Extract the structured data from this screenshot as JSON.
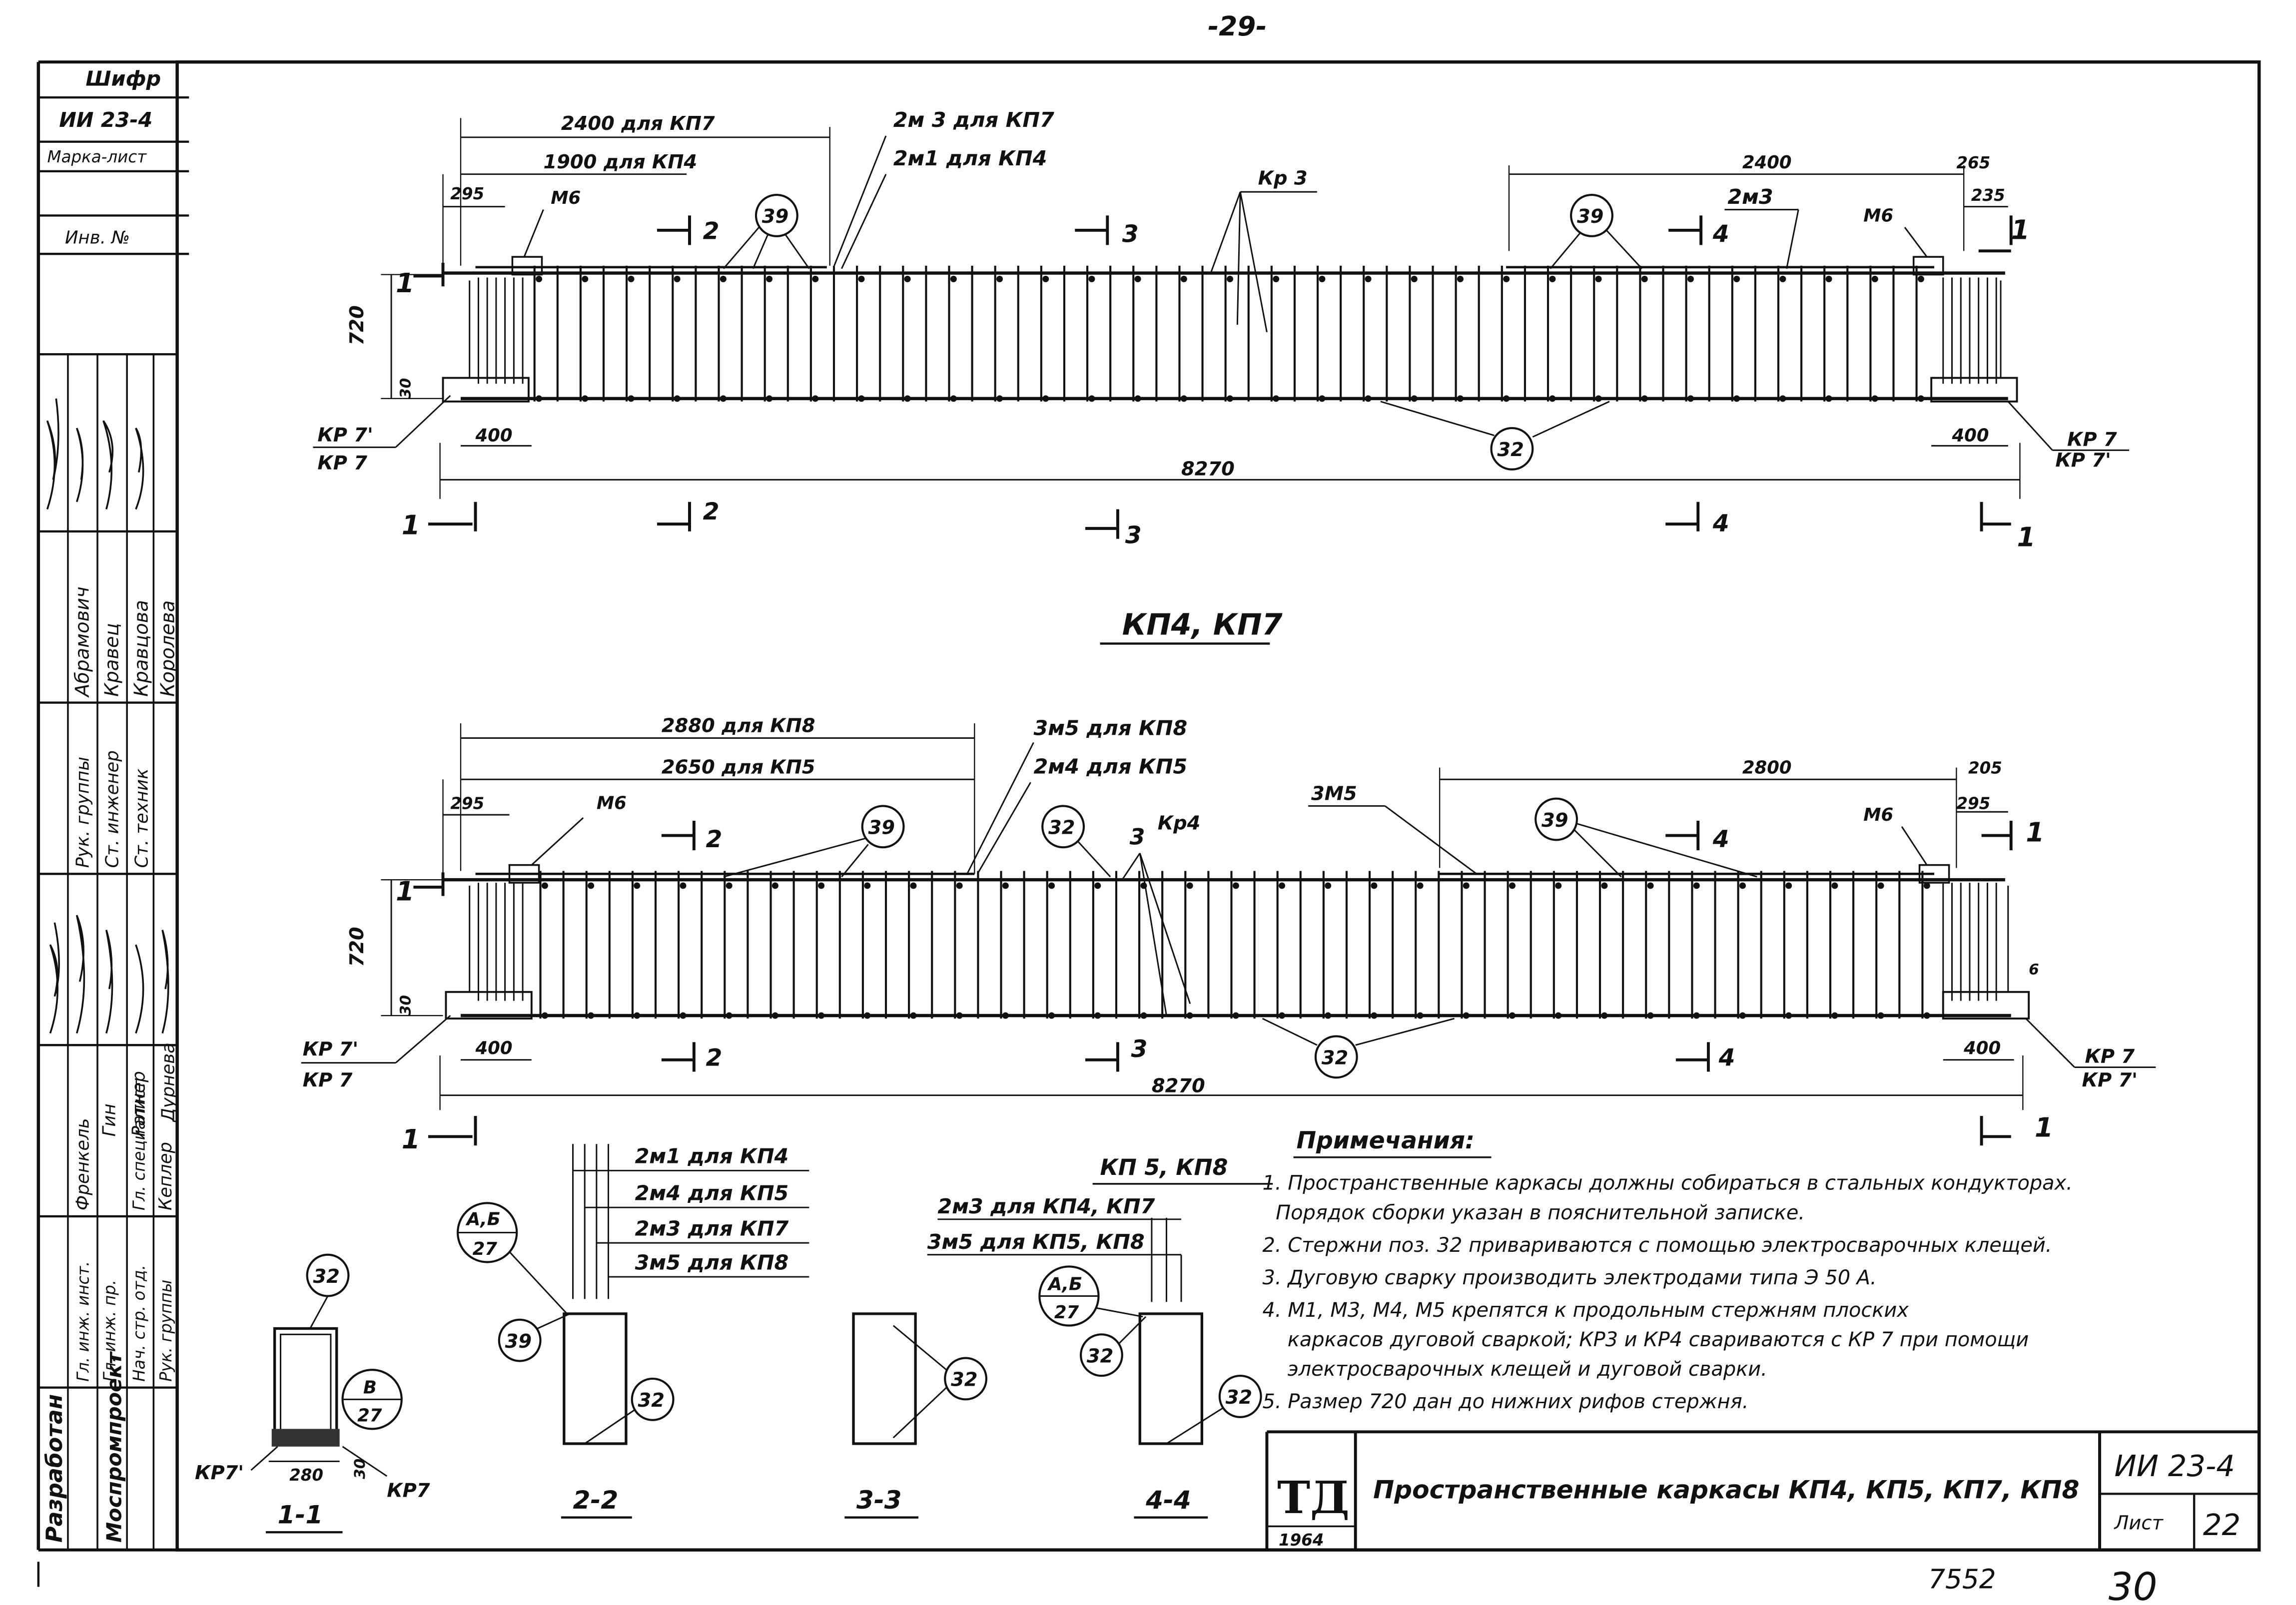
{
  "page": {
    "number": "-29-",
    "stamp": "7552",
    "handwritten_number": "30"
  },
  "side_block": {
    "cipher_label": "Шифр",
    "cipher_value": "ИИ 23-4",
    "mark_label": "Марка-лист",
    "inv_label": "Инв. №",
    "org_developed": "Разработан",
    "org_name": "Моспромпроект",
    "positions": [
      "Гл. инж. инст.",
      "Гл. инж. пр.",
      "Нач. стр. отд.",
      "Гл. специалист",
      "Рук. группы",
      "Рук. группы",
      "Ст. инженер",
      "Ст. техник"
    ],
    "names": [
      "Френкель",
      "Гин",
      "Ратнер",
      "Кеплер",
      "Дурнева",
      "Абрамович",
      "Кравец",
      "Кравцова",
      "Королева"
    ]
  },
  "frame1": {
    "dim_kp7": "2400 для КП7",
    "dim_kp4": "1900 для КП4",
    "bar_kp7": "2м 3 для КП7",
    "bar_kp4": "2м1 для КП4",
    "kr3": "Кр 3",
    "dim_right": "2400",
    "dim_right_small": "265",
    "dim_295": "295",
    "dim_235": "235",
    "m6": "М6",
    "bar_right": "2м3",
    "height": "720",
    "dim_30": "30",
    "dim_400": "400",
    "length": "8270",
    "kr7p": "КР 7'",
    "kr7": "КР 7",
    "callout_39": "39",
    "callout_32": "32",
    "sec1": "1",
    "sec2": "2",
    "sec3": "3",
    "sec4": "4"
  },
  "title_1": "КП4, КП7",
  "frame2": {
    "dim_kp8": "2880 для КП8",
    "dim_kp5": "2650 для КП5",
    "bar_kp8": "3м5 для КП8",
    "bar_kp5": "2м4 для КП5",
    "bar_3m5": "3М5",
    "dim_right": "2800",
    "dim_right_small": "205",
    "dim_295": "295",
    "kr4": "Кр4",
    "num_3": "3",
    "num_6": "6"
  },
  "sections": {
    "s11": "1-1",
    "s22": "2-2",
    "s33": "3-3",
    "s44": "4-4",
    "kp58": "КП 5, КП8",
    "dim_280": "280",
    "dim_30": "30",
    "kr7p": "КР7'",
    "kr7": "КР7",
    "ab": "А,Б",
    "b": "В",
    "n27": "27",
    "list_22": [
      "2м1 для КП4",
      "2м4 для КП5",
      "2м3 для КП7",
      "3м5 для КП8"
    ],
    "list_44": [
      "2м3 для КП4, КП7",
      "3м5 для КП5, КП8"
    ]
  },
  "notes": {
    "title": "Примечания:",
    "lines": [
      "1. Пространственные каркасы должны собираться в стальных кондукторах.",
      "Порядок сборки указан в пояснительной записке.",
      "2. Стержни поз. 32 привариваются с помощью электросварочных клещей.",
      "3. Дуговую сварку производить электродами типа Э 50 А.",
      "4. М1, М3, М4, М5 крепятся к продольным стержням плоских",
      "каркасов дуговой сваркой; КР3 и КР4 свариваются с КР 7 при помощи",
      "электросварочных клещей и дуговой сварки.",
      "5. Размер 720 дан до нижних рифов стержня."
    ]
  },
  "title_block": {
    "logo": "ТД",
    "year": "1964",
    "title": "Пространственные каркасы КП4, КП5, КП7, КП8",
    "code": "ИИ 23-4",
    "sheet_label": "Лист",
    "sheet_number": "22"
  }
}
